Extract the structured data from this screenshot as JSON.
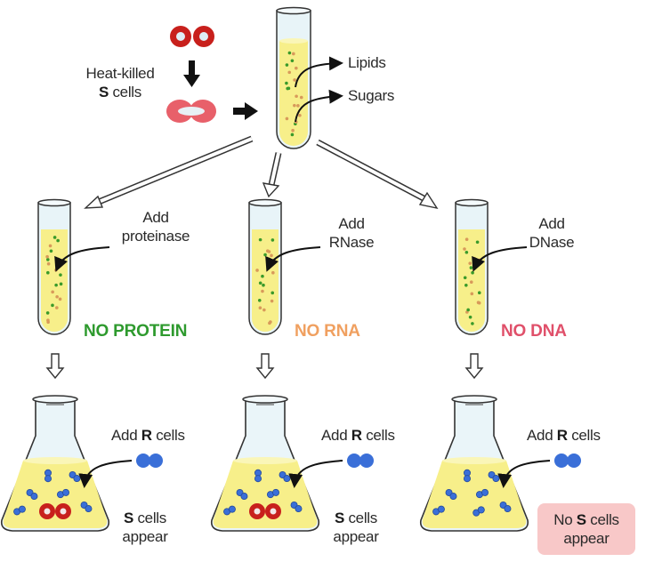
{
  "top": {
    "heat_killed_line1": "Heat-killed",
    "heat_killed_s": "S",
    "heat_killed_line2": " cells",
    "components": [
      "Lipids",
      "Sugars"
    ]
  },
  "branches": [
    {
      "add_line1": "Add",
      "add_line2": "proteinase",
      "result": "NO PROTEIN",
      "result_color": "#2e9a2e",
      "flask_add_prefix": "Add ",
      "flask_add_r": "R",
      "flask_add_suffix": " cells",
      "outcome_prefix": "",
      "outcome_s": "S",
      "outcome_line1_suffix": " cells",
      "outcome_line2": "appear",
      "s_cells_present": true
    },
    {
      "add_line1": "Add",
      "add_line2": "RNase",
      "result": "NO RNA",
      "result_color": "#f0a060",
      "flask_add_prefix": "Add ",
      "flask_add_r": "R",
      "flask_add_suffix": " cells",
      "outcome_prefix": "",
      "outcome_s": "S",
      "outcome_line1_suffix": " cells",
      "outcome_line2": "appear",
      "s_cells_present": true
    },
    {
      "add_line1": "Add",
      "add_line2": "DNase",
      "result": "NO DNA",
      "result_color": "#e0506a",
      "flask_add_prefix": "Add ",
      "flask_add_r": "R",
      "flask_add_suffix": " cells",
      "outcome_prefix": "No ",
      "outcome_s": "S",
      "outcome_line1_suffix": " cells",
      "outcome_line2": "appear",
      "s_cells_present": false
    }
  ],
  "colors": {
    "liquid": "#f7ef8a",
    "s_cell": "#c8201c",
    "s_cell_killed": "#e8606a",
    "r_cell": "#3a6fd8",
    "dot_green": "#3a9a2a",
    "dot_orange": "#d89a5a",
    "no_box": "#f8c8c8"
  }
}
